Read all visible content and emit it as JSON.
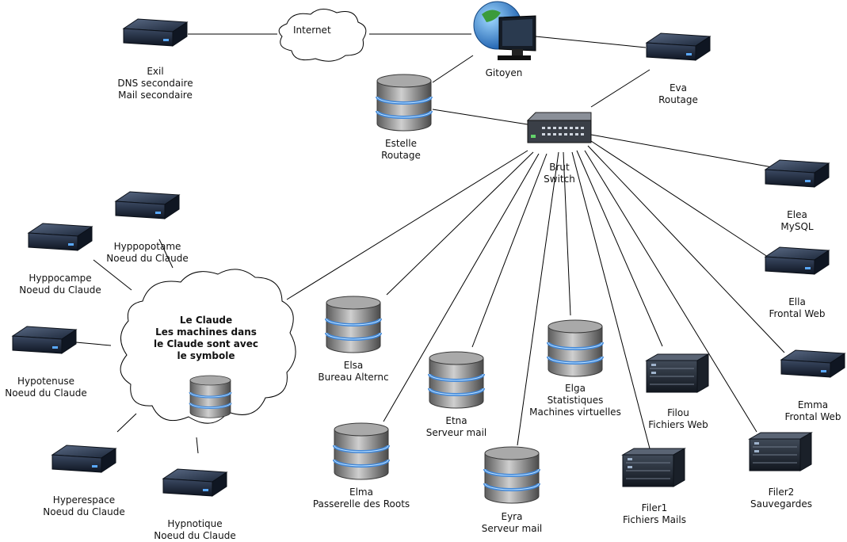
{
  "internet": {
    "label": "Internet"
  },
  "nodes": {
    "exil": {
      "name": "Exil",
      "roles": [
        "DNS secondaire",
        "Mail secondaire"
      ]
    },
    "gitoyen": {
      "name": "Gitoyen"
    },
    "eva": {
      "name": "Eva",
      "roles": [
        "Routage"
      ]
    },
    "estelle": {
      "name": "Estelle",
      "roles": [
        "Routage"
      ]
    },
    "brut": {
      "name": "Brut",
      "roles": [
        "Switch"
      ]
    },
    "elea": {
      "name": "Elea",
      "roles": [
        "MySQL"
      ]
    },
    "ella": {
      "name": "Ella",
      "roles": [
        "Frontal Web"
      ]
    },
    "emma": {
      "name": "Emma",
      "roles": [
        "Frontal Web"
      ]
    },
    "filer2": {
      "name": "Filer2",
      "roles": [
        "Sauvegardes"
      ]
    },
    "filer1": {
      "name": "Filer1",
      "roles": [
        "Fichiers Mails"
      ]
    },
    "filou": {
      "name": "Filou",
      "roles": [
        "Fichiers Web"
      ]
    },
    "elga": {
      "name": "Elga",
      "roles": [
        "Statistiques",
        "Machines virtuelles"
      ]
    },
    "eyra": {
      "name": "Eyra",
      "roles": [
        "Serveur mail"
      ]
    },
    "etna": {
      "name": "Etna",
      "roles": [
        "Serveur mail"
      ]
    },
    "elsa": {
      "name": "Elsa",
      "roles": [
        "Bureau Alternc"
      ]
    },
    "elma": {
      "name": "Elma",
      "roles": [
        "Passerelle des Roots"
      ]
    },
    "hyppopotame": {
      "name": "Hyppopotame",
      "roles": [
        "Noeud du Claude"
      ]
    },
    "hyppocampe": {
      "name": "Hyppocampe",
      "roles": [
        "Noeud du Claude"
      ]
    },
    "hypotenuse": {
      "name": "Hypotenuse",
      "roles": [
        "Noeud du Claude"
      ]
    },
    "hyperespace": {
      "name": "Hyperespace",
      "roles": [
        "Noeud du Claude"
      ]
    },
    "hypnotique": {
      "name": "Hypnotique",
      "roles": [
        "Noeud du Claude"
      ]
    }
  },
  "le_claude": {
    "lines": [
      "Le Claude",
      "Les machines dans",
      "le Claude sont avec",
      "le symbole"
    ]
  },
  "colors": {
    "line": "#000000",
    "device_dark": "#1b2433",
    "device_accent": "#5aa9ff",
    "db_band": "#4a8fd6"
  }
}
